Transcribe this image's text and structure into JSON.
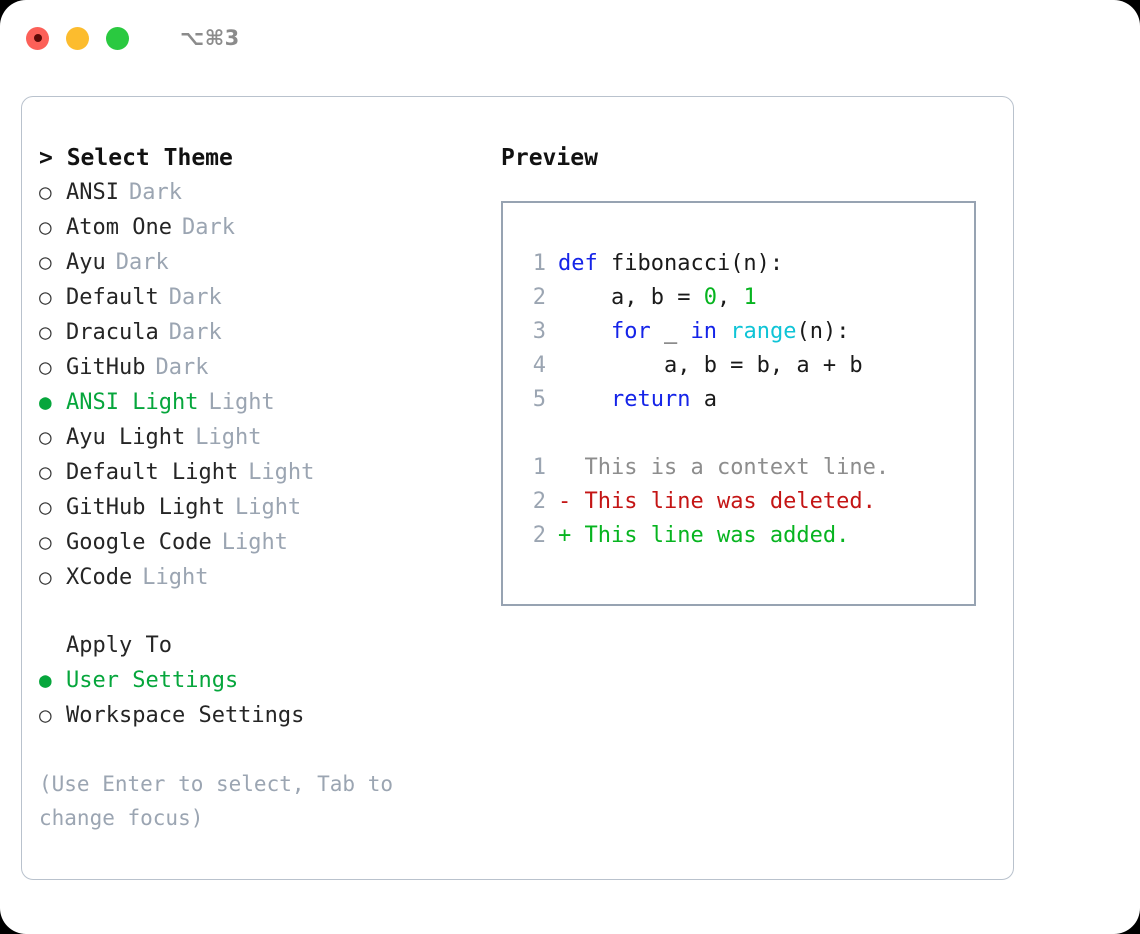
{
  "titlebar": {
    "shortcut": "⌥⌘3",
    "buttons": [
      {
        "name": "close",
        "color": "#fc6058"
      },
      {
        "name": "minimize",
        "color": "#fcbc2e"
      },
      {
        "name": "maximize",
        "color": "#2ac940"
      }
    ]
  },
  "theme_panel": {
    "heading": "> Select Theme",
    "bullet_selected": "●",
    "bullet_unselected": "○",
    "accent_color": "#06a63c",
    "muted_color": "#9ba5b2",
    "items": [
      {
        "label": "ANSI",
        "suffix": "Dark",
        "selected": false
      },
      {
        "label": "Atom One",
        "suffix": "Dark",
        "selected": false
      },
      {
        "label": "Ayu",
        "suffix": "Dark",
        "selected": false
      },
      {
        "label": "Default",
        "suffix": "Dark",
        "selected": false
      },
      {
        "label": "Dracula",
        "suffix": "Dark",
        "selected": false
      },
      {
        "label": "GitHub",
        "suffix": "Dark",
        "selected": false
      },
      {
        "label": "ANSI Light",
        "suffix": "Light",
        "selected": true
      },
      {
        "label": "Ayu Light",
        "suffix": "Light",
        "selected": false
      },
      {
        "label": "Default Light",
        "suffix": "Light",
        "selected": false
      },
      {
        "label": "GitHub Light",
        "suffix": "Light",
        "selected": false
      },
      {
        "label": "Google Code",
        "suffix": "Light",
        "selected": false
      },
      {
        "label": "XCode",
        "suffix": "Light",
        "selected": false
      }
    ]
  },
  "apply_to": {
    "heading": "Apply To",
    "options": [
      {
        "label": "User Settings",
        "selected": true
      },
      {
        "label": "Workspace Settings",
        "selected": false
      }
    ]
  },
  "hint": "(Use Enter to select, Tab to change focus)",
  "preview": {
    "title": "Preview",
    "code_lines": [
      {
        "lineno": "1",
        "tokens": [
          {
            "text": "def ",
            "cls": "kw"
          },
          {
            "text": "fibonacci(n):",
            "cls": "plain"
          }
        ]
      },
      {
        "lineno": "2",
        "tokens": [
          {
            "text": "    a, b = ",
            "cls": "plain"
          },
          {
            "text": "0",
            "cls": "num"
          },
          {
            "text": ", ",
            "cls": "plain"
          },
          {
            "text": "1",
            "cls": "num"
          }
        ]
      },
      {
        "lineno": "3",
        "tokens": [
          {
            "text": "    for ",
            "cls": "kw"
          },
          {
            "text": "_ ",
            "cls": "plain"
          },
          {
            "text": "in ",
            "cls": "kw"
          },
          {
            "text": "range",
            "cls": "fn"
          },
          {
            "text": "(n):",
            "cls": "plain"
          }
        ]
      },
      {
        "lineno": "4",
        "tokens": [
          {
            "text": "        a, b = b, a + b",
            "cls": "plain"
          }
        ]
      },
      {
        "lineno": "5",
        "tokens": [
          {
            "text": "    return ",
            "cls": "kw"
          },
          {
            "text": "a",
            "cls": "plain"
          }
        ]
      }
    ],
    "diff_lines": [
      {
        "lineno": "1",
        "marker": " ",
        "text": " This is a context line.",
        "kind": "ctx"
      },
      {
        "lineno": "2",
        "marker": "-",
        "text": " This line was deleted.",
        "kind": "del"
      },
      {
        "lineno": "2",
        "marker": "+",
        "text": " This line was added.",
        "kind": "add"
      }
    ]
  }
}
